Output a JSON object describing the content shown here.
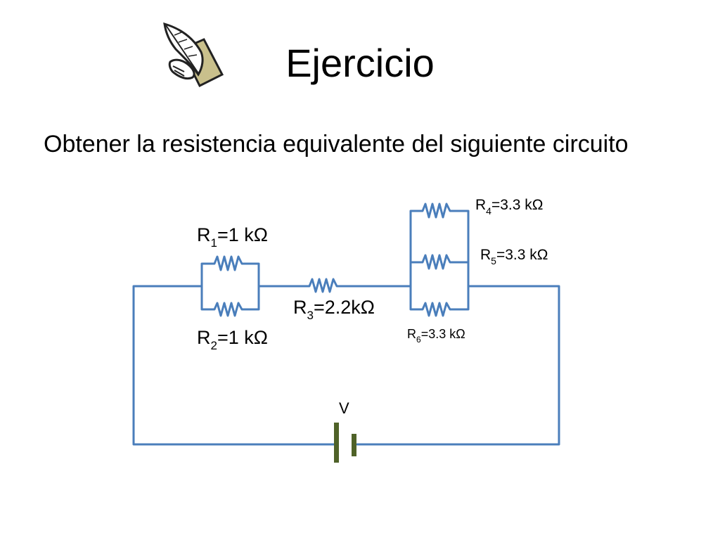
{
  "slide": {
    "title": "Ejercicio",
    "subtitle": "Obtener la resistencia equivalente del siguiente circuito",
    "logo_icon": "quill-pen-icon"
  },
  "diagram": {
    "wire_color": "#4a7ebb",
    "battery_color": "#4f6228",
    "source_label": "V",
    "resistors": [
      {
        "id": "R1",
        "letter": "R",
        "sub": "1",
        "value": "=1 kΩ"
      },
      {
        "id": "R2",
        "letter": "R",
        "sub": "2",
        "value": "=1 kΩ"
      },
      {
        "id": "R3",
        "letter": "R",
        "sub": "3",
        "value": "=2.2kΩ"
      },
      {
        "id": "R4",
        "letter": "R",
        "sub": "4",
        "value": "=3.3 kΩ"
      },
      {
        "id": "R5",
        "letter": "R",
        "sub": "5",
        "value": "=3.3 kΩ"
      },
      {
        "id": "R6",
        "letter": "R",
        "sub": "6",
        "value": "=3.3 kΩ"
      }
    ]
  }
}
